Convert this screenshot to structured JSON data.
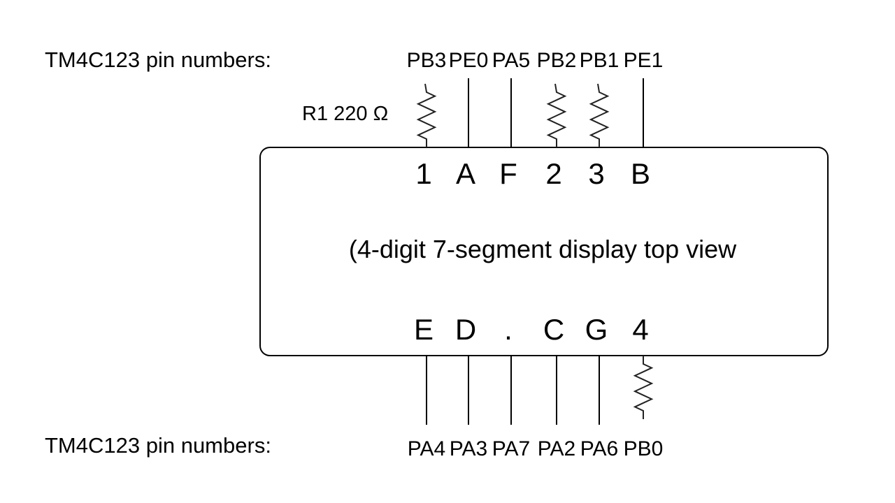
{
  "header_top": "TM4C123 pin numbers:",
  "header_bottom": "TM4C123 pin numbers:",
  "resistor_label": "R1 220 Ω",
  "caption": "(4-digit 7-segment display top view",
  "top_pins": [
    {
      "pin": "PB3",
      "segment": "1",
      "resistor": true
    },
    {
      "pin": "PE0",
      "segment": "A",
      "resistor": false
    },
    {
      "pin": "PA5",
      "segment": "F",
      "resistor": false
    },
    {
      "pin": "PB2",
      "segment": "2",
      "resistor": true
    },
    {
      "pin": "PB1",
      "segment": "3",
      "resistor": true
    },
    {
      "pin": "PE1",
      "segment": "B",
      "resistor": false
    }
  ],
  "bottom_pins": [
    {
      "pin": "PA4",
      "segment": "E",
      "resistor": false
    },
    {
      "pin": "PA3",
      "segment": "D",
      "resistor": false
    },
    {
      "pin": "PA7",
      "segment": ".",
      "resistor": false
    },
    {
      "pin": "PA2",
      "segment": "C",
      "resistor": false
    },
    {
      "pin": "PA6",
      "segment": "G",
      "resistor": false
    },
    {
      "pin": "PB0",
      "segment": "4",
      "resistor": true
    }
  ]
}
